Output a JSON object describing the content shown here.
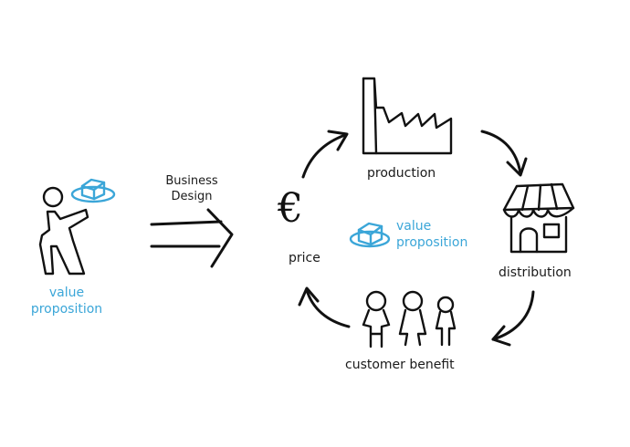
{
  "left": {
    "value_proposition_line1": "value",
    "value_proposition_line2": "proposition"
  },
  "arrow": {
    "label_line1": "Business",
    "label_line2": "Design"
  },
  "cycle": {
    "production": "production",
    "distribution": "distribution",
    "customer_benefit": "customer benefit",
    "price": "price",
    "price_symbol": "€",
    "center_line1": "value",
    "center_line2": "proposition"
  },
  "colors": {
    "accent": "#3ba6d8",
    "ink": "#111111",
    "background": "#ffffff"
  }
}
